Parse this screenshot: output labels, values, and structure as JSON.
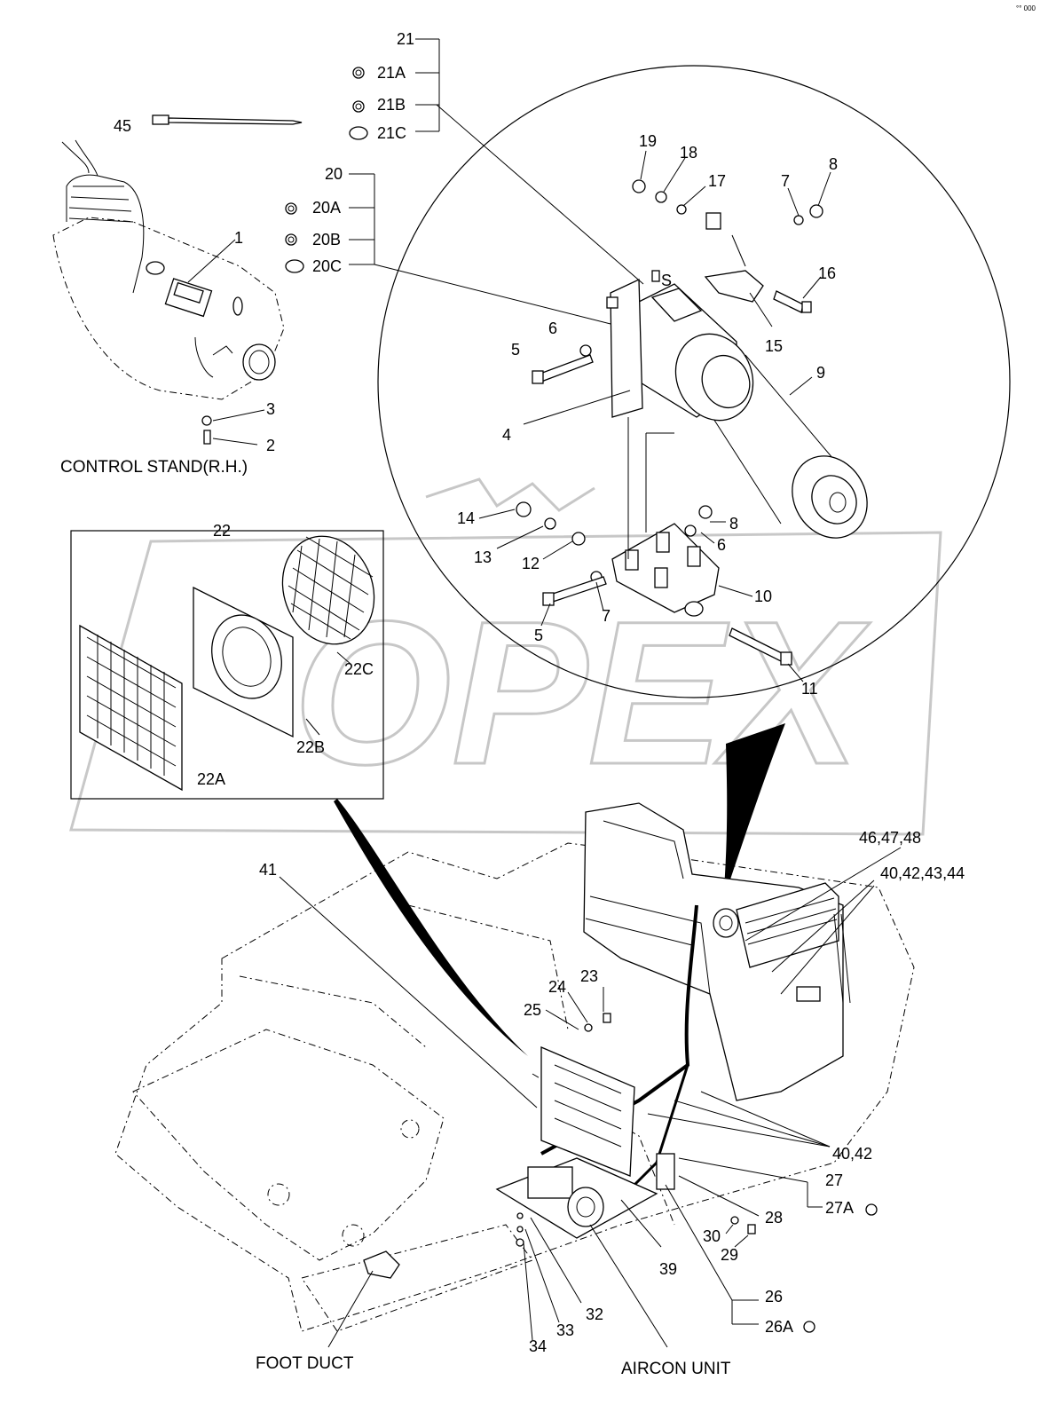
{
  "page_id": "°° 000",
  "watermark": "OPEX",
  "captions": {
    "control_stand": "CONTROL STAND(R.H.)",
    "foot_duct": "FOOT DUCT",
    "aircon_unit": "AIRCON UNIT"
  },
  "callouts": {
    "c1": "1",
    "c2": "2",
    "c3": "3",
    "c4": "4",
    "c5a": "5",
    "c5b": "5",
    "c6a": "6",
    "c6b": "6",
    "c7a": "7",
    "c7b": "7",
    "c8a": "8",
    "c8b": "8",
    "c9": "9",
    "c10": "10",
    "c11": "11",
    "c12": "12",
    "c13": "13",
    "c14": "14",
    "c15": "15",
    "c16": "16",
    "c17": "17",
    "c18": "18",
    "c19": "19",
    "c20": "20",
    "c20A": "20A",
    "c20B": "20B",
    "c20C": "20C",
    "c21": "21",
    "c21A": "21A",
    "c21B": "21B",
    "c21C": "21C",
    "c22": "22",
    "c22A": "22A",
    "c22B": "22B",
    "c22C": "22C",
    "c23": "23",
    "c24": "24",
    "c25": "25",
    "c26": "26",
    "c26A": "26A",
    "c27": "27",
    "c27A": "27A",
    "c28": "28",
    "c29": "29",
    "c30": "30",
    "c32": "32",
    "c33": "33",
    "c34": "34",
    "c39": "39",
    "c40_42": "40,42",
    "c40_44": "40,42,43,44",
    "c41": "41",
    "c45": "45",
    "c46_48": "46,47,48",
    "cS": "S"
  }
}
